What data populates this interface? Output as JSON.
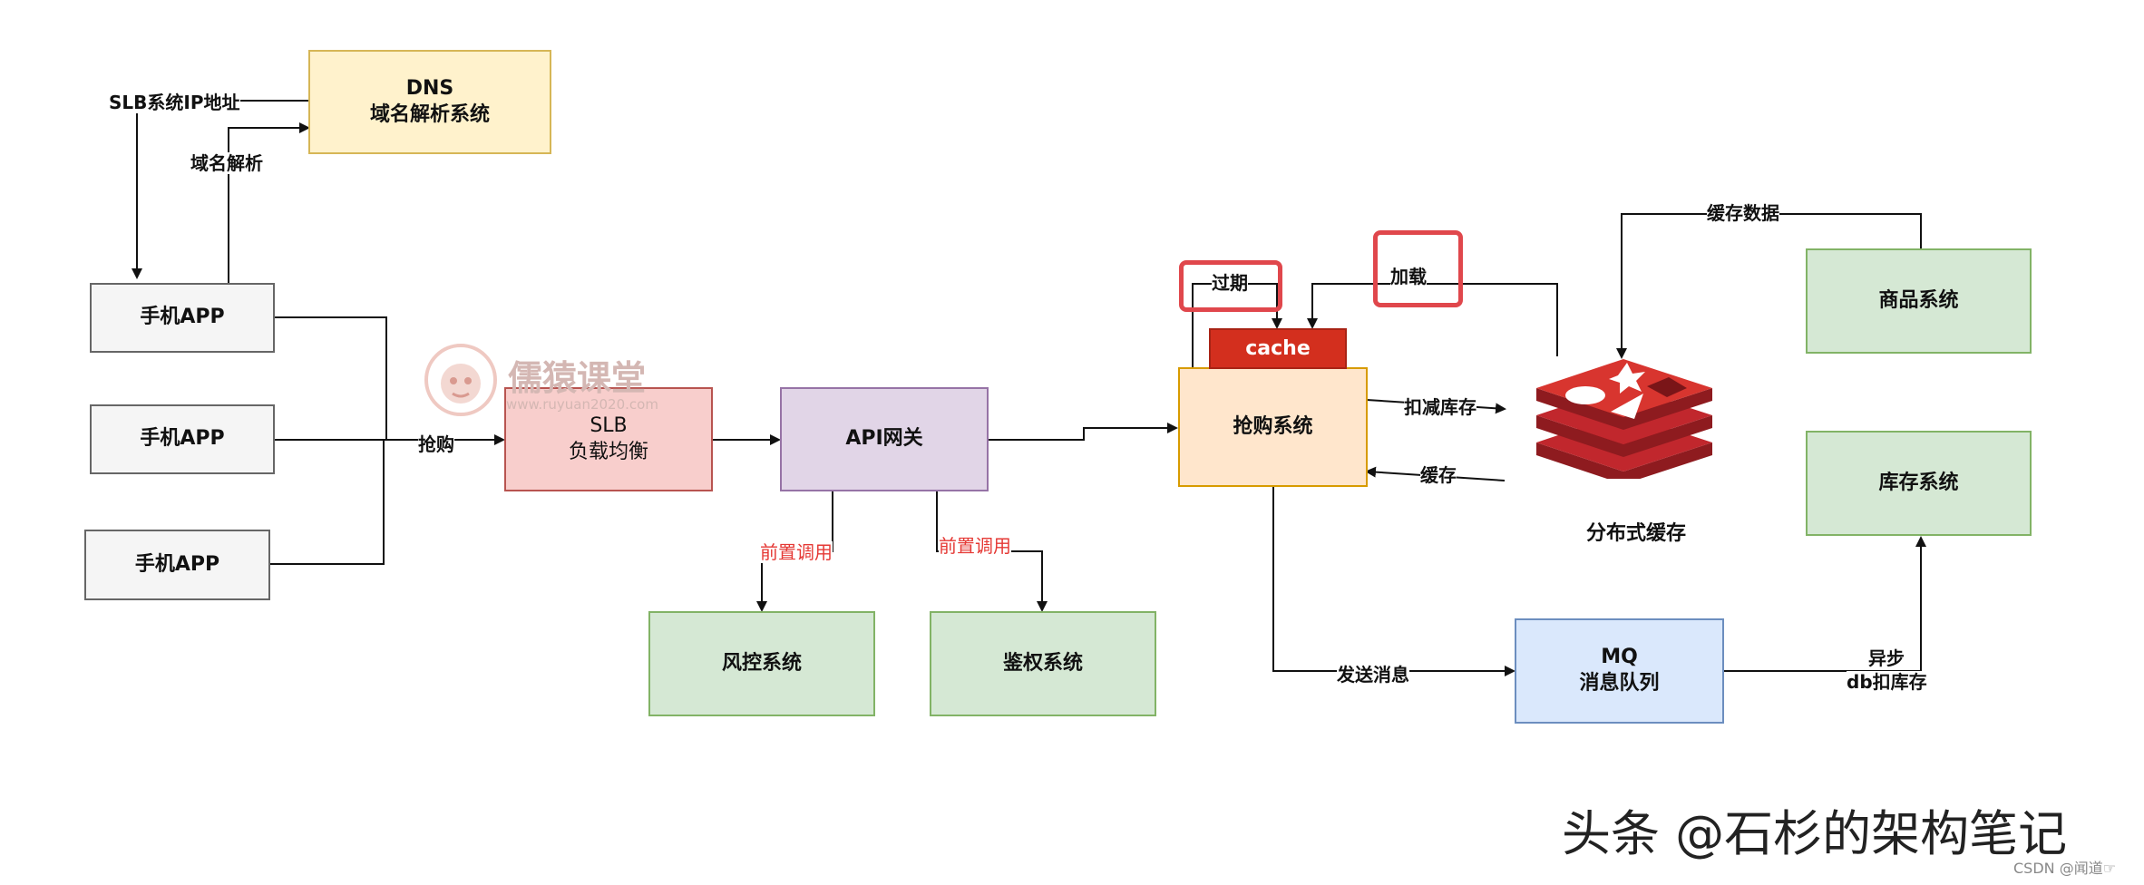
{
  "nodes": {
    "dns": {
      "line1": "DNS",
      "line2": "域名解析系统"
    },
    "app1": "手机APP",
    "app2": "手机APP",
    "app3": "手机APP",
    "slb": {
      "line1": "SLB",
      "line2": "负载均衡"
    },
    "api": "API网关",
    "risk": "风控系统",
    "auth": "鉴权系统",
    "flash": "抢购系统",
    "cache": "cache",
    "redis": "分布式缓存",
    "goods": "商品系统",
    "stock": "库存系统",
    "mq": {
      "line1": "MQ",
      "line2": "消息队列"
    }
  },
  "labels": {
    "slb_ip": "SLB系统IP地址",
    "domain_resolve": "域名解析",
    "buy": "抢购",
    "pre_call_1": "前置调用",
    "pre_call_2": "前置调用",
    "expire": "过期",
    "load": "加载",
    "cache_data": "缓存数据",
    "deduct_stock": "扣减库存",
    "cache": "缓存",
    "send_msg": "发送消息",
    "async": "异步",
    "db_deduct": "db扣库存"
  },
  "watermark": {
    "name": "儒猿课堂",
    "url": "www.ruyuan2020.com"
  },
  "footer": {
    "text": "头条 @石杉的架构笔记",
    "csdn": "CSDN @闻道☞"
  },
  "colors": {
    "arrow": "#111111",
    "highlight": "#e0474c",
    "cache_fill": "#d32f1e",
    "redis": "#c1272d",
    "red_label": "#e53935"
  },
  "icons": {
    "redis": "redis-logo-icon",
    "watermark": "monkey-logo-icon"
  }
}
